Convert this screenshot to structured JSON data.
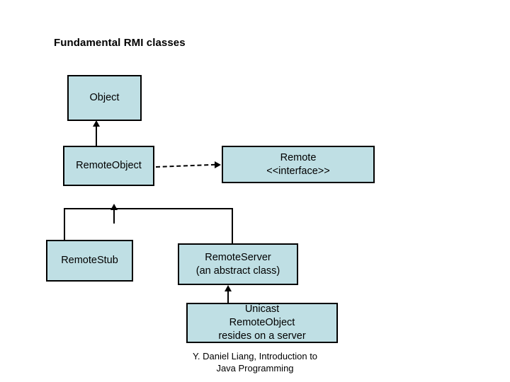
{
  "slide": {
    "title": "Fundamental RMI classes",
    "background_color": "#ffffff",
    "node_fill_color": "#bfdfe4",
    "line_color": "#000000"
  },
  "nodes": {
    "object": {
      "label": "Object"
    },
    "remote_object": {
      "label": "RemoteObject"
    },
    "remote_interface": {
      "line1": "Remote",
      "line2": "<<interface>>"
    },
    "remote_stub": {
      "label": "RemoteStub"
    },
    "remote_server": {
      "line1": "RemoteServer",
      "line2": "(an abstract class)"
    },
    "unicast_remote_object": {
      "line1": "Unicast",
      "line2": "RemoteObject",
      "line3": "resides on a server"
    }
  },
  "footer": {
    "line1": "Y. Daniel Liang, Introduction to",
    "line2": "Java Programming"
  }
}
